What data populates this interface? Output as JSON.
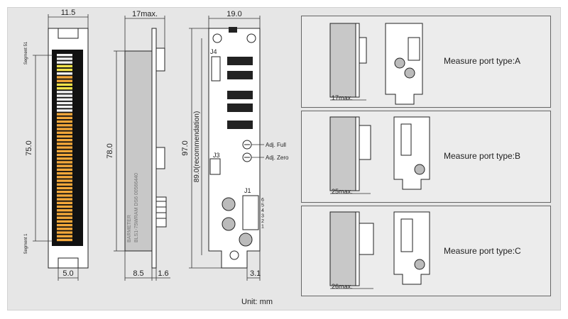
{
  "dims": {
    "front_width": "11.5",
    "front_height": "75.0",
    "front_bottom": "5.0",
    "seg_top": "Segment 51",
    "seg_bottom": "Segment 1",
    "side_thickness": "17max.",
    "side_height": "78.0",
    "side_bottom_a": "8.5",
    "side_bottom_b": "1.6",
    "back_width": "19.0",
    "back_height": "97.0",
    "back_rec": "89.0(recommendation)",
    "back_bottom": "3.1",
    "unit": "Unit: mm"
  },
  "labels": {
    "j4": "J4",
    "j3": "J3",
    "j1": "J1",
    "adj_full": "Adj. Full",
    "adj_zero": "Adj. Zero",
    "pins": [
      "6",
      "5",
      "4",
      "3",
      "2",
      "1"
    ],
    "module_text_1": "BARMETER",
    "module_text_2": "BLS1-75WRAM  DS6 00566440"
  },
  "panels": [
    {
      "label": "Measure port type:A",
      "width_dim": "17max."
    },
    {
      "label": "Measure port type:B",
      "width_dim": "25max."
    },
    {
      "label": "Measure port type:C",
      "width_dim": "26max."
    }
  ],
  "colors": {
    "seg_orange": "#f4a83a",
    "seg_yellow": "#f2e34a",
    "seg_white": "#f2f2f2",
    "bar_black": "#111111"
  }
}
